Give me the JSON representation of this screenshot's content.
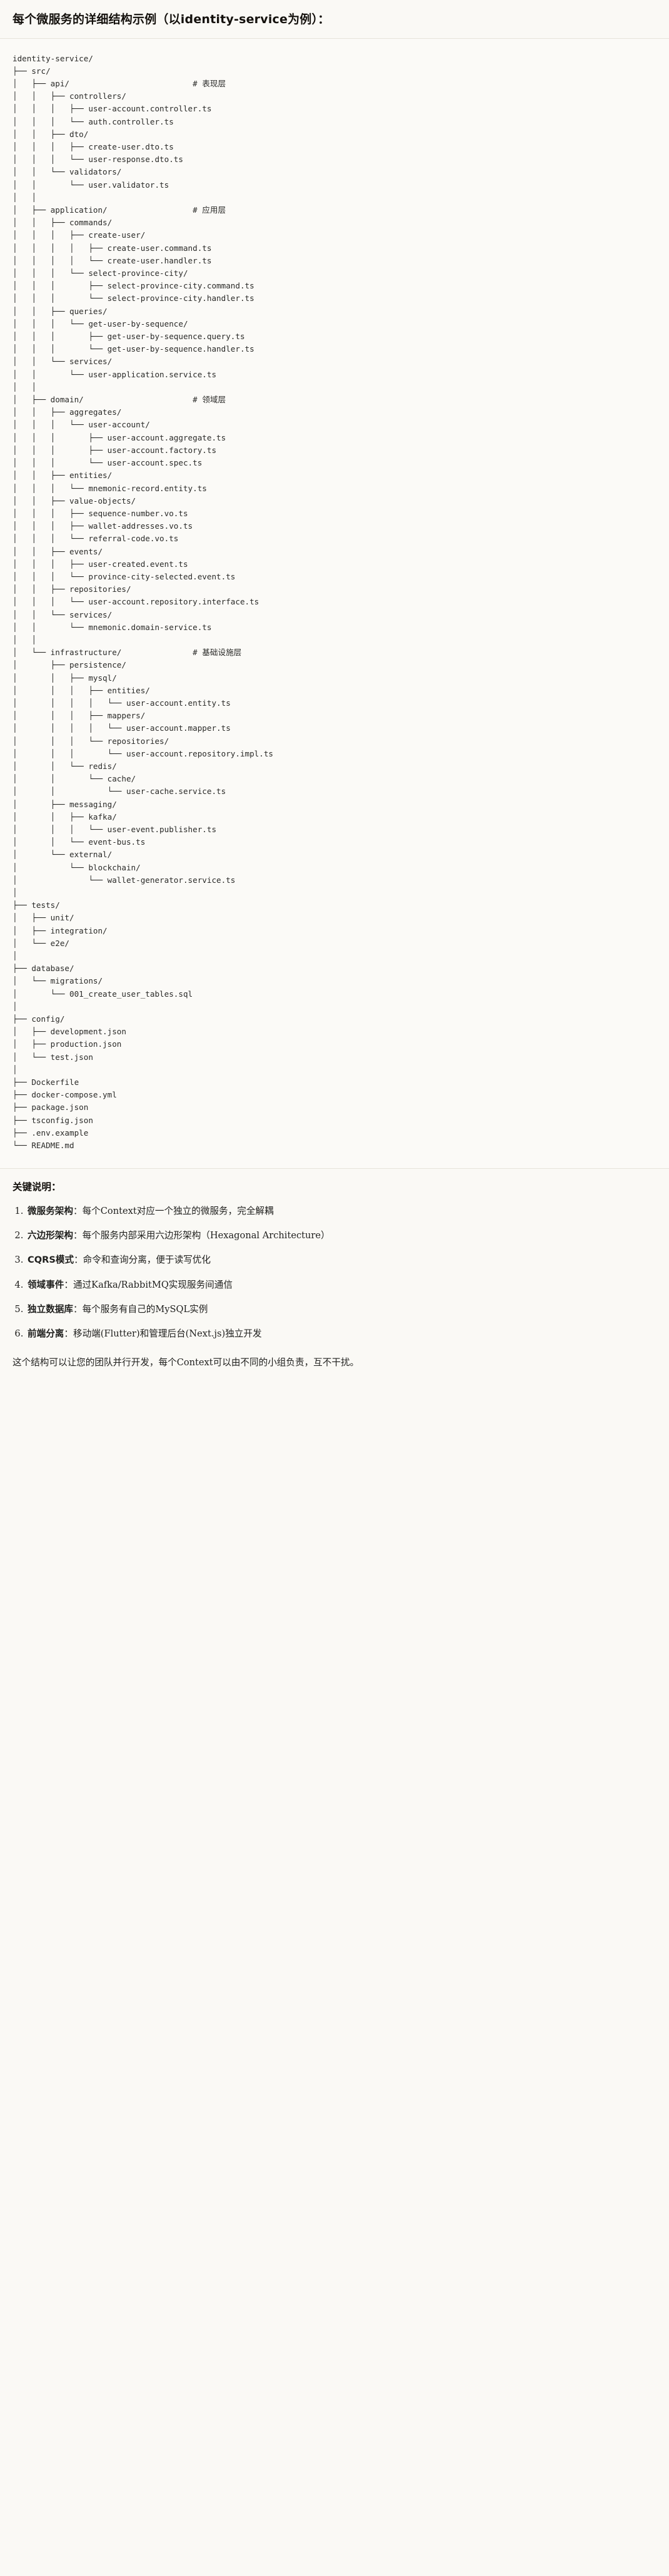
{
  "document": {
    "title": "每个微服务的详细结构示例（以identity-service为例）：",
    "keys_heading": "关键说明：",
    "closing": "这个结构可以让您的团队并行开发，每个Context可以由不同的小组负责，互不干扰。"
  },
  "tree": {
    "root": "identity-service/",
    "comment_column": 38,
    "lines": [
      {
        "text": "identity-service/",
        "comment": ""
      },
      {
        "text": "├── src/",
        "comment": ""
      },
      {
        "text": "│   ├── api/",
        "comment": "# 表现层"
      },
      {
        "text": "│   │   ├── controllers/",
        "comment": ""
      },
      {
        "text": "│   │   │   ├── user-account.controller.ts",
        "comment": ""
      },
      {
        "text": "│   │   │   └── auth.controller.ts",
        "comment": ""
      },
      {
        "text": "│   │   ├── dto/",
        "comment": ""
      },
      {
        "text": "│   │   │   ├── create-user.dto.ts",
        "comment": ""
      },
      {
        "text": "│   │   │   └── user-response.dto.ts",
        "comment": ""
      },
      {
        "text": "│   │   └── validators/",
        "comment": ""
      },
      {
        "text": "│   │       └── user.validator.ts",
        "comment": ""
      },
      {
        "text": "│   │",
        "comment": ""
      },
      {
        "text": "│   ├── application/",
        "comment": "# 应用层"
      },
      {
        "text": "│   │   ├── commands/",
        "comment": ""
      },
      {
        "text": "│   │   │   ├── create-user/",
        "comment": ""
      },
      {
        "text": "│   │   │   │   ├── create-user.command.ts",
        "comment": ""
      },
      {
        "text": "│   │   │   │   └── create-user.handler.ts",
        "comment": ""
      },
      {
        "text": "│   │   │   └── select-province-city/",
        "comment": ""
      },
      {
        "text": "│   │   │       ├── select-province-city.command.ts",
        "comment": ""
      },
      {
        "text": "│   │   │       └── select-province-city.handler.ts",
        "comment": ""
      },
      {
        "text": "│   │   ├── queries/",
        "comment": ""
      },
      {
        "text": "│   │   │   └── get-user-by-sequence/",
        "comment": ""
      },
      {
        "text": "│   │   │       ├── get-user-by-sequence.query.ts",
        "comment": ""
      },
      {
        "text": "│   │   │       └── get-user-by-sequence.handler.ts",
        "comment": ""
      },
      {
        "text": "│   │   └── services/",
        "comment": ""
      },
      {
        "text": "│   │       └── user-application.service.ts",
        "comment": ""
      },
      {
        "text": "│   │",
        "comment": ""
      },
      {
        "text": "│   ├── domain/",
        "comment": "# 领域层"
      },
      {
        "text": "│   │   ├── aggregates/",
        "comment": ""
      },
      {
        "text": "│   │   │   └── user-account/",
        "comment": ""
      },
      {
        "text": "│   │   │       ├── user-account.aggregate.ts",
        "comment": ""
      },
      {
        "text": "│   │   │       ├── user-account.factory.ts",
        "comment": ""
      },
      {
        "text": "│   │   │       └── user-account.spec.ts",
        "comment": ""
      },
      {
        "text": "│   │   ├── entities/",
        "comment": ""
      },
      {
        "text": "│   │   │   └── mnemonic-record.entity.ts",
        "comment": ""
      },
      {
        "text": "│   │   ├── value-objects/",
        "comment": ""
      },
      {
        "text": "│   │   │   ├── sequence-number.vo.ts",
        "comment": ""
      },
      {
        "text": "│   │   │   ├── wallet-addresses.vo.ts",
        "comment": ""
      },
      {
        "text": "│   │   │   └── referral-code.vo.ts",
        "comment": ""
      },
      {
        "text": "│   │   ├── events/",
        "comment": ""
      },
      {
        "text": "│   │   │   ├── user-created.event.ts",
        "comment": ""
      },
      {
        "text": "│   │   │   └── province-city-selected.event.ts",
        "comment": ""
      },
      {
        "text": "│   │   ├── repositories/",
        "comment": ""
      },
      {
        "text": "│   │   │   └── user-account.repository.interface.ts",
        "comment": ""
      },
      {
        "text": "│   │   └── services/",
        "comment": ""
      },
      {
        "text": "│   │       └── mnemonic.domain-service.ts",
        "comment": ""
      },
      {
        "text": "│   │",
        "comment": ""
      },
      {
        "text": "│   └── infrastructure/",
        "comment": "# 基础设施层"
      },
      {
        "text": "│       ├── persistence/",
        "comment": ""
      },
      {
        "text": "│       │   ├── mysql/",
        "comment": ""
      },
      {
        "text": "│       │   │   ├── entities/",
        "comment": ""
      },
      {
        "text": "│       │   │   │   └── user-account.entity.ts",
        "comment": ""
      },
      {
        "text": "│       │   │   ├── mappers/",
        "comment": ""
      },
      {
        "text": "│       │   │   │   └── user-account.mapper.ts",
        "comment": ""
      },
      {
        "text": "│       │   │   └── repositories/",
        "comment": ""
      },
      {
        "text": "│       │   │       └── user-account.repository.impl.ts",
        "comment": ""
      },
      {
        "text": "│       │   └── redis/",
        "comment": ""
      },
      {
        "text": "│       │       └── cache/",
        "comment": ""
      },
      {
        "text": "│       │           └── user-cache.service.ts",
        "comment": ""
      },
      {
        "text": "│       ├── messaging/",
        "comment": ""
      },
      {
        "text": "│       │   ├── kafka/",
        "comment": ""
      },
      {
        "text": "│       │   │   └── user-event.publisher.ts",
        "comment": ""
      },
      {
        "text": "│       │   └── event-bus.ts",
        "comment": ""
      },
      {
        "text": "│       └── external/",
        "comment": ""
      },
      {
        "text": "│           └── blockchain/",
        "comment": ""
      },
      {
        "text": "│               └── wallet-generator.service.ts",
        "comment": ""
      },
      {
        "text": "│",
        "comment": ""
      },
      {
        "text": "├── tests/",
        "comment": ""
      },
      {
        "text": "│   ├── unit/",
        "comment": ""
      },
      {
        "text": "│   ├── integration/",
        "comment": ""
      },
      {
        "text": "│   └── e2e/",
        "comment": ""
      },
      {
        "text": "│",
        "comment": ""
      },
      {
        "text": "├── database/",
        "comment": ""
      },
      {
        "text": "│   └── migrations/",
        "comment": ""
      },
      {
        "text": "│       └── 001_create_user_tables.sql",
        "comment": ""
      },
      {
        "text": "│",
        "comment": ""
      },
      {
        "text": "├── config/",
        "comment": ""
      },
      {
        "text": "│   ├── development.json",
        "comment": ""
      },
      {
        "text": "│   ├── production.json",
        "comment": ""
      },
      {
        "text": "│   └── test.json",
        "comment": ""
      },
      {
        "text": "│",
        "comment": ""
      },
      {
        "text": "├── Dockerfile",
        "comment": ""
      },
      {
        "text": "├── docker-compose.yml",
        "comment": ""
      },
      {
        "text": "├── package.json",
        "comment": ""
      },
      {
        "text": "├── tsconfig.json",
        "comment": ""
      },
      {
        "text": "├── .env.example",
        "comment": ""
      },
      {
        "text": "└── README.md",
        "comment": ""
      }
    ]
  },
  "key_points": [
    {
      "index": "1.",
      "term": "微服务架构",
      "sep": "：",
      "desc": "每个Context对应一个独立的微服务，完全解耦"
    },
    {
      "index": "2.",
      "term": "六边形架构",
      "sep": "：",
      "desc": "每个服务内部采用六边形架构（Hexagonal Architecture）"
    },
    {
      "index": "3.",
      "term": "CQRS模式",
      "sep": "：",
      "desc": "命令和查询分离，便于读写优化"
    },
    {
      "index": "4.",
      "term": "领域事件",
      "sep": "：",
      "desc": "通过Kafka/RabbitMQ实现服务间通信"
    },
    {
      "index": "5.",
      "term": "独立数据库",
      "sep": "：",
      "desc": "每个服务有自己的MySQL实例"
    },
    {
      "index": "6.",
      "term": "前端分离",
      "sep": "：",
      "desc": "移动端(Flutter)和管理后台(Next.js)独立开发"
    }
  ],
  "colors": {
    "background": "#faf9f5",
    "code_background": "#fbfaf7",
    "text": "#1f1f1d",
    "rule": "#e6e3da"
  }
}
